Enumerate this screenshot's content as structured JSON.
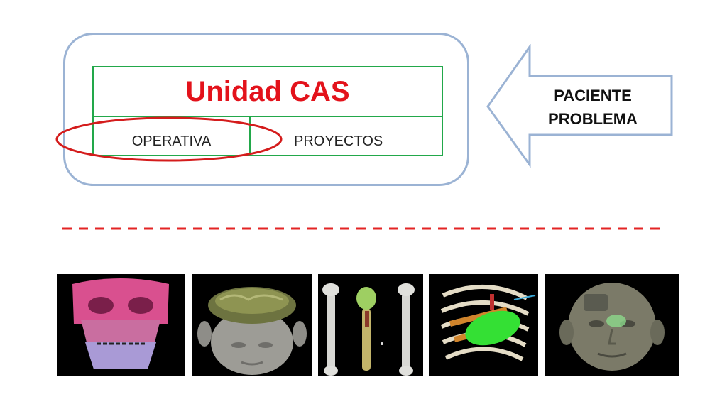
{
  "unit": {
    "title": "Unidad CAS",
    "left_cell": "OPERATIVA",
    "right_cell": "PROYECTOS"
  },
  "arrow": {
    "line1": "PACIENTE",
    "line2": "PROBLEMA"
  },
  "colors": {
    "outer_border": "#9bb3d4",
    "table_border": "#22a84a",
    "title_text": "#e3121b",
    "highlight_ellipse": "#d41c1c",
    "divider": "#e32424"
  },
  "images": [
    {
      "name": "skull-3d-reconstruction"
    },
    {
      "name": "head-brain-3d-reconstruction"
    },
    {
      "name": "bones-3d-reconstruction"
    },
    {
      "name": "ribcage-3d-reconstruction"
    },
    {
      "name": "face-3d-reconstruction"
    }
  ]
}
